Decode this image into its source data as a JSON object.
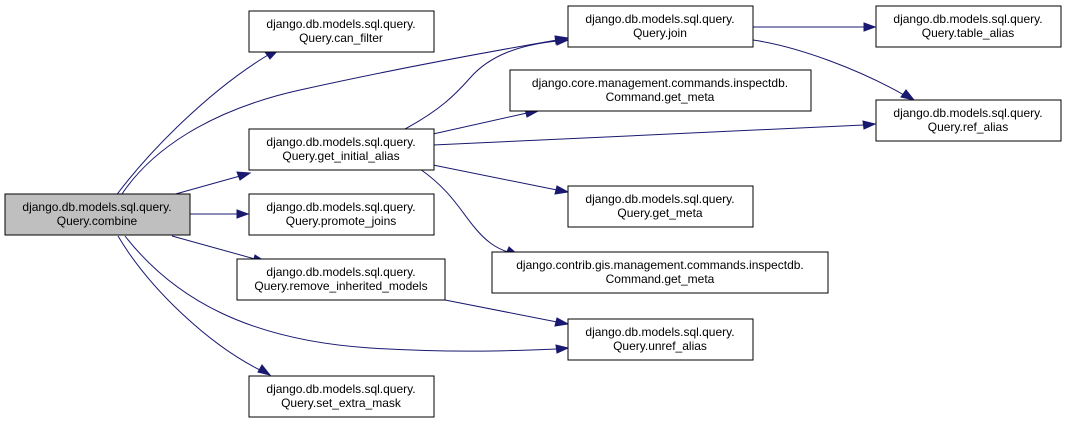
{
  "nodes": {
    "combine": {
      "line1": "django.db.models.sql.query.",
      "line2": "Query.combine"
    },
    "can_filter": {
      "line1": "django.db.models.sql.query.",
      "line2": "Query.can_filter"
    },
    "join": {
      "line1": "django.db.models.sql.query.",
      "line2": "Query.join"
    },
    "table_alias": {
      "line1": "django.db.models.sql.query.",
      "line2": "Query.table_alias"
    },
    "core_get_meta": {
      "line1": "django.core.management.commands.inspectdb.",
      "line2": "Command.get_meta"
    },
    "ref_alias": {
      "line1": "django.db.models.sql.query.",
      "line2": "Query.ref_alias"
    },
    "get_initial_alias": {
      "line1": "django.db.models.sql.query.",
      "line2": "Query.get_initial_alias"
    },
    "query_get_meta": {
      "line1": "django.db.models.sql.query.",
      "line2": "Query.get_meta"
    },
    "promote_joins": {
      "line1": "django.db.models.sql.query.",
      "line2": "Query.promote_joins"
    },
    "gis_get_meta": {
      "line1": "django.contrib.gis.management.commands.inspectdb.",
      "line2": "Command.get_meta"
    },
    "remove_inherited_models": {
      "line1": "django.db.models.sql.query.",
      "line2": "Query.remove_inherited_models"
    },
    "unref_alias": {
      "line1": "django.db.models.sql.query.",
      "line2": "Query.unref_alias"
    },
    "set_extra_mask": {
      "line1": "django.db.models.sql.query.",
      "line2": "Query.set_extra_mask"
    }
  },
  "colors": {
    "edge": "#191970",
    "root_fill": "#bfbfbf",
    "node_fill": "#ffffff",
    "node_stroke": "#000000"
  }
}
